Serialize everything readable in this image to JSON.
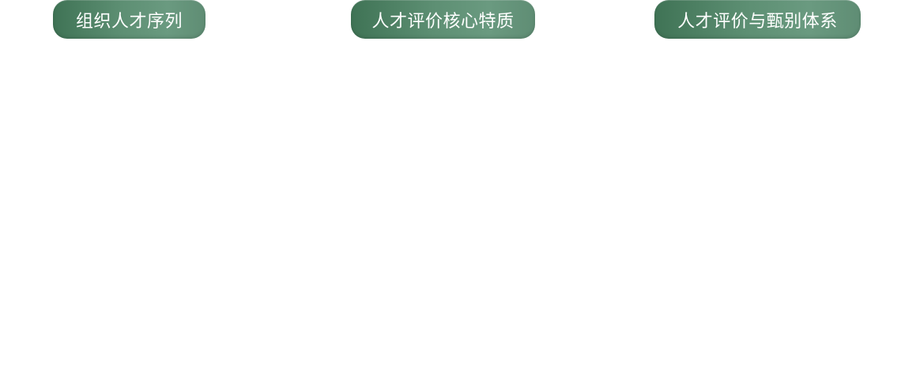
{
  "tabs": [
    {
      "label": "组织人才序列"
    },
    {
      "label": "人才评价核心特质"
    },
    {
      "label": "人才评价与甄别体系"
    }
  ],
  "colors": {
    "pill_gradient_start": "#3f7355",
    "pill_gradient_end": "#6a9a80",
    "pill_text": "#ffffff",
    "background": "#ffffff"
  }
}
